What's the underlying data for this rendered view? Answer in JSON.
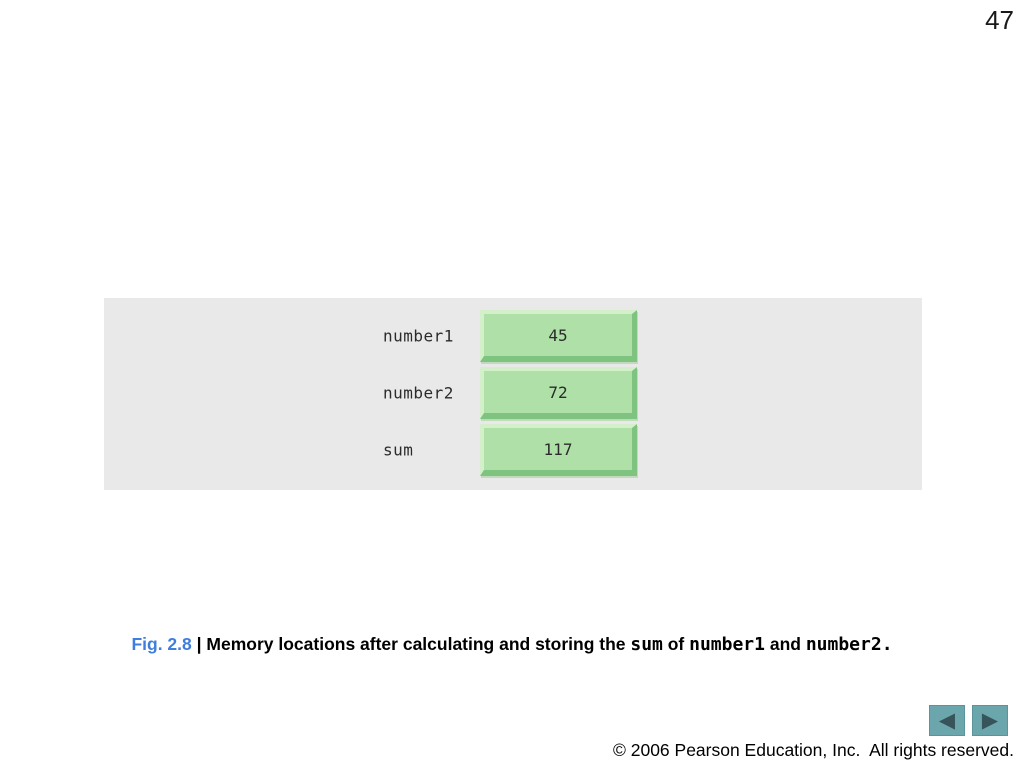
{
  "page": {
    "number": "47",
    "copyright": "© 2006 Pearson Education, Inc.  All rights reserved."
  },
  "memory_diagram": {
    "rows": [
      {
        "label": "number1",
        "value": "45"
      },
      {
        "label": "number2",
        "value": "72"
      },
      {
        "label": "sum",
        "value": "117"
      }
    ]
  },
  "caption": {
    "fig": "Fig. 2.8",
    "sep": " | ",
    "t1": "Memory locations after calculating and storing the ",
    "c1": "sum",
    "t2": " of ",
    "c2": "number1",
    "t3": " and ",
    "c3": "number2",
    "t4": "."
  },
  "nav": {
    "prev_icon": "◀",
    "next_icon": "▶"
  },
  "colors": {
    "panel_bg": "#e9e9e9",
    "box_face": "#aee0a8",
    "box_highlight": "#d3f0cb",
    "box_shadow": "#7fc380",
    "caption_accent": "#3f7edd",
    "nav_button_bg": "#6ba6ac",
    "nav_arrow": "#36545a"
  }
}
